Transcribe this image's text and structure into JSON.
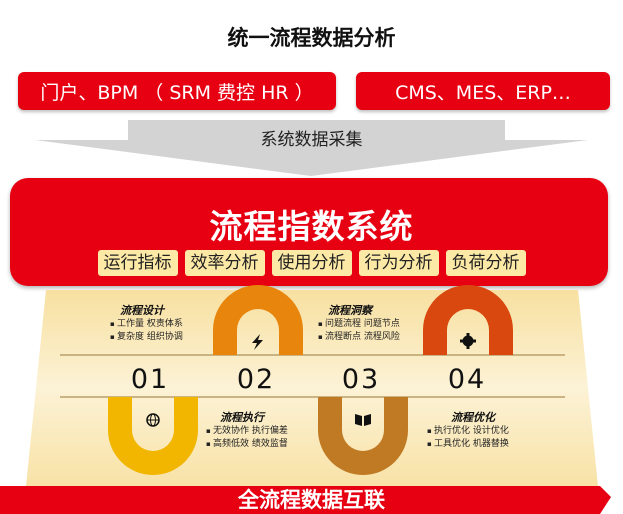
{
  "title": "统一流程数据分析",
  "sources": {
    "left": "门户、BPM （ SRM 费控 HR ）",
    "right": "CMS、MES、ERP…"
  },
  "collect_label": "系统数据采集",
  "system": {
    "title": "流程指数系统",
    "tags": [
      "运行指标",
      "效率分析",
      "使用分析",
      "行为分析",
      "负荷分析"
    ]
  },
  "steps": [
    {
      "number": "01",
      "title": "流程设计",
      "items": [
        "工作量 权责体系",
        "复杂度 组织协调"
      ],
      "color": "#f2b600",
      "icon": "globe-icon"
    },
    {
      "number": "02",
      "title": "流程执行",
      "items": [
        "无效协作 执行偏差",
        "高频低效 绩效监督"
      ],
      "color": "#e8850c",
      "icon": "lightning-icon"
    },
    {
      "number": "03",
      "title": "流程洞察",
      "items": [
        "问题流程 问题节点",
        "流程断点 流程风险"
      ],
      "color": "#c07a24",
      "icon": "book-icon"
    },
    {
      "number": "04",
      "title": "流程优化",
      "items": [
        "执行优化 设计优化",
        "工具优化 机器替换"
      ],
      "color": "#d9480f",
      "icon": "gear-icon"
    }
  ],
  "footer": "全流程数据互联",
  "colors": {
    "brand_red": "#e60012",
    "tag_bg": "#fde9a6",
    "panel_bg": "#faeecb"
  }
}
